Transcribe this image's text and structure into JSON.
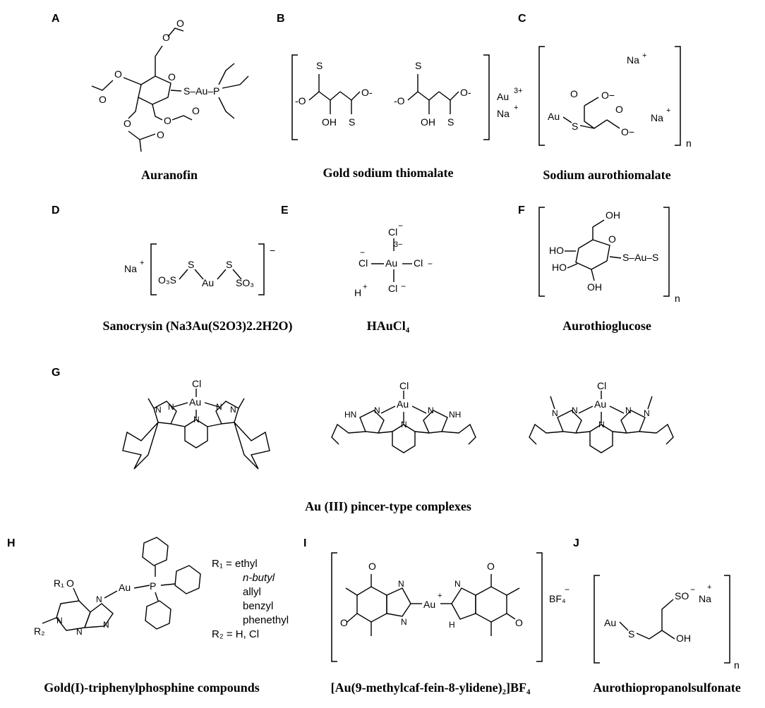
{
  "panels": [
    {
      "letter": "A",
      "caption": "Auranofin"
    },
    {
      "letter": "B",
      "caption": "Gold sodium thiomalate"
    },
    {
      "letter": "C",
      "caption": "Sodium aurothiomalate"
    },
    {
      "letter": "D",
      "caption": "Sanocrysin (Na3Au(S2O3)2.2H2O)"
    },
    {
      "letter": "E",
      "caption": "HAuCl₄"
    },
    {
      "letter": "F",
      "caption": "Aurothioglucose"
    },
    {
      "letter": "G",
      "caption": "Au (III) pincer-type complexes"
    },
    {
      "letter": "H",
      "caption": "Gold(I)-triphenylphosphine compounds"
    },
    {
      "letter": "I",
      "caption": "[Au(9-methylcaf-fein-8-ylidene)₂]BF₄"
    },
    {
      "letter": "J",
      "caption": "Aurothiopropanolsulfonate"
    }
  ],
  "labels": {
    "a_s_au": "S–Au–P",
    "b_au": "Au",
    "b_au_charge": "3+",
    "b_na": "Na",
    "b_na_charge": "+",
    "c_na": "Na",
    "c_na2": "Na",
    "c_n": "n",
    "c_au": "Au",
    "d_na": "Na",
    "d_formula": "O₃S–S–Au–S–SO₃",
    "e_h": "H",
    "e_center": "Au",
    "e_cl": "Cl",
    "e_charge": "3−",
    "f_s_au": "S–Au–S",
    "f_n": "n",
    "g_cl": "Cl",
    "g_au": "Au",
    "h_r1": "R₁ = ethyl",
    "h_r1_list": [
      "n-butyl",
      "allyl",
      "benzyl",
      "phenethyl"
    ],
    "h_r2": "R₂ = H, Cl",
    "h_au": "Au",
    "h_p": "P",
    "i_au": "Au",
    "i_bf4": "BF₄",
    "j_au": "Au",
    "j_so": "SO",
    "j_oh": "OH",
    "j_na": "Na",
    "j_n": "n"
  }
}
